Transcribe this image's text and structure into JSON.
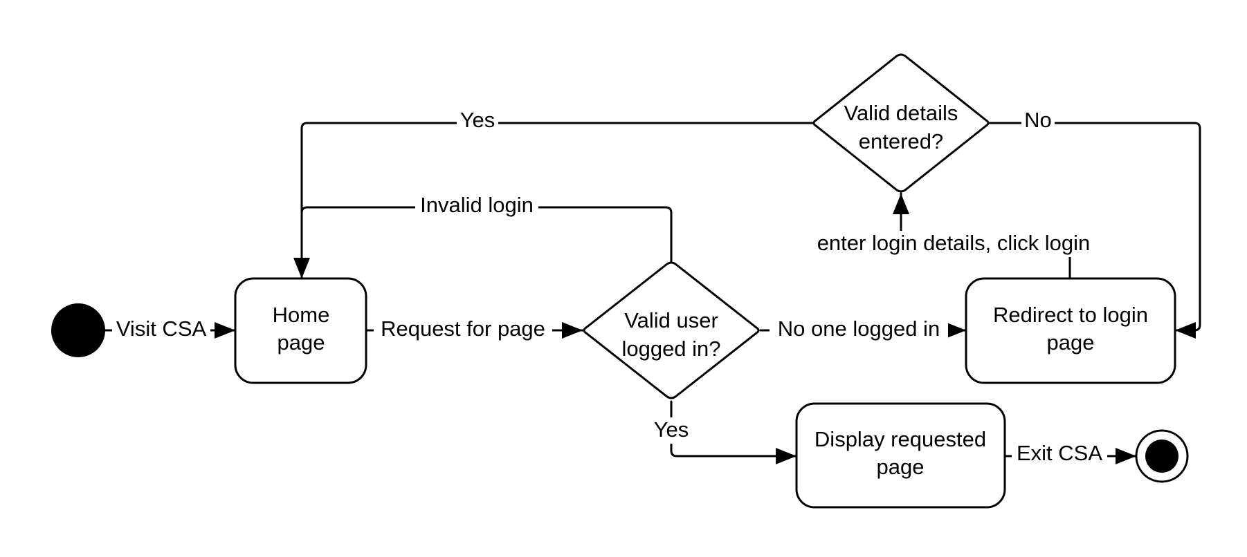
{
  "nodes": {
    "home": [
      "Home",
      "page"
    ],
    "valid_user": [
      "Valid user",
      "logged in?"
    ],
    "valid_details": [
      "Valid details",
      "entered?"
    ],
    "redirect": [
      "Redirect to login",
      "page"
    ],
    "display": [
      "Display requested",
      "page"
    ]
  },
  "edges": {
    "visit": "Visit CSA",
    "request": "Request for page",
    "no_one": "No one logged in",
    "yes_display": "Yes",
    "invalid": "Invalid login",
    "enter_details": "enter login details, click login",
    "details_yes": "Yes",
    "details_no": "No",
    "exit": "Exit CSA"
  }
}
